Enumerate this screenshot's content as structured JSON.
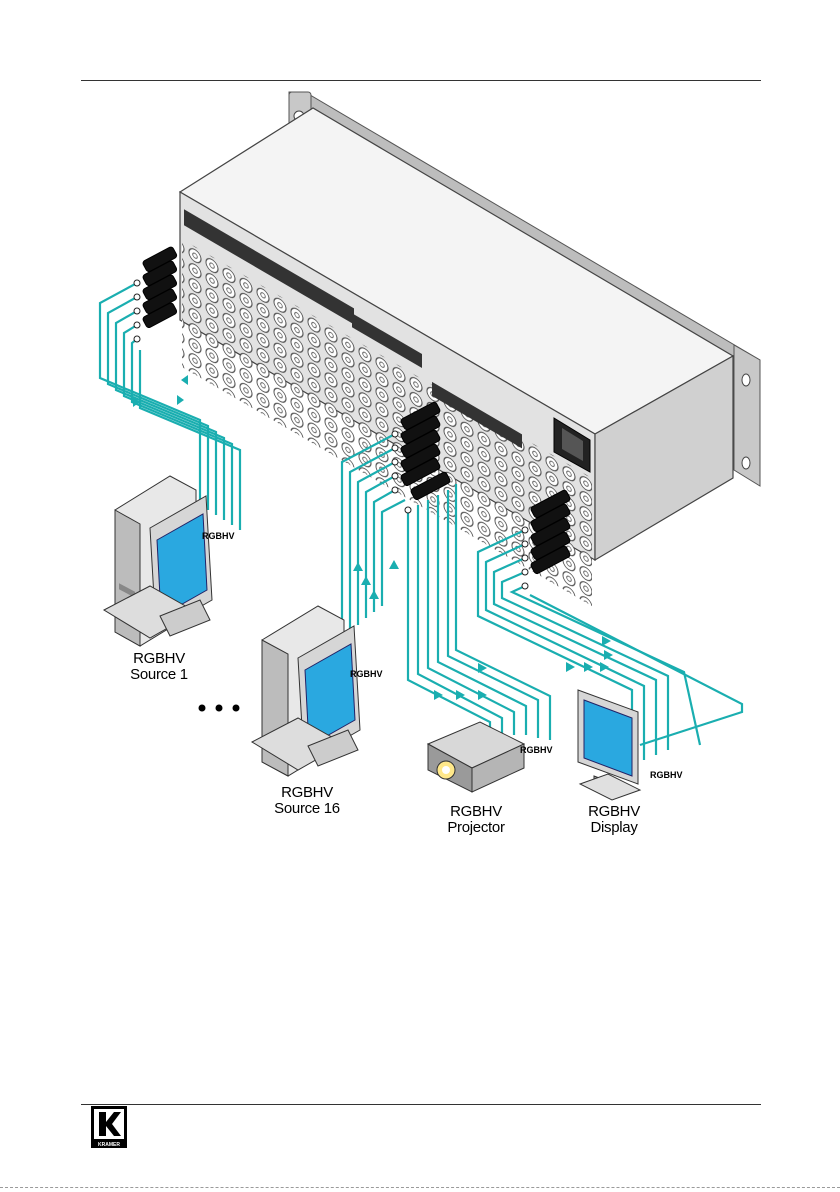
{
  "labels": {
    "source1_title": "RGBHV",
    "source1_sub": "Source 1",
    "source16_title": "RGBHV",
    "source16_sub": "Source 16",
    "projector_title": "RGBHV",
    "projector_sub": "Projector",
    "display_title": "RGBHV",
    "display_sub": "Display",
    "cable_source1": "RGBHV",
    "cable_source16": "RGBHV",
    "cable_projector": "RGBHV",
    "cable_display": "RGBHV"
  },
  "colors": {
    "cable": "#1aaeb0",
    "chassis_top": "#f4f4f4",
    "chassis_front": "#e2e2e2",
    "screen": "#2aa8e0"
  },
  "logo": {
    "brand": "KRAMER",
    "icon": "kramer-logo-icon"
  }
}
